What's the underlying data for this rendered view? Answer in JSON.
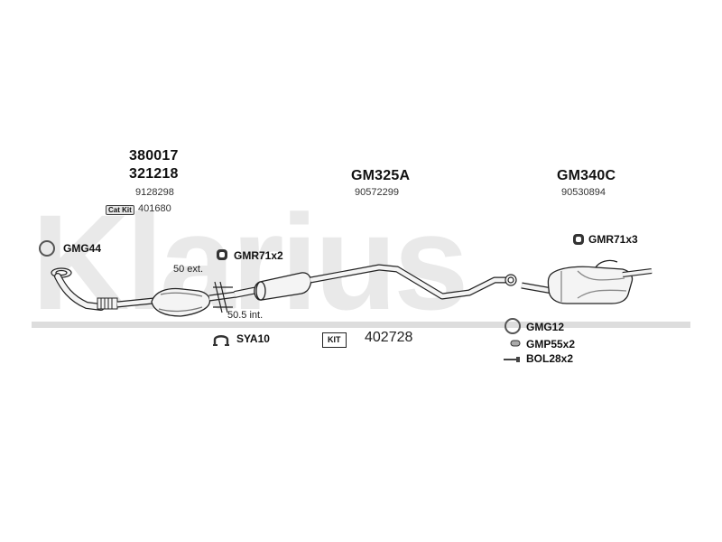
{
  "section_left": {
    "code_top": "380017",
    "code_bottom": "321218",
    "oe_number": "9128298"
  },
  "catkit": {
    "badge": "Cat Kit",
    "number": "401680"
  },
  "section_mid": {
    "code": "GM325A",
    "oe_number": "90572299"
  },
  "section_right": {
    "code": "GM340C",
    "oe_number": "90530894"
  },
  "parts": {
    "gmg44": "GMG44",
    "gmr71x2": "GMR71x2",
    "gmr71x3": "GMR71x3",
    "sya10": "SYA10",
    "gmg12": "GMG12",
    "gmp55x2": "GMP55x2",
    "bol28x2": "BOL28x2"
  },
  "notes": {
    "ext": "50 ext.",
    "int": "50.5 int."
  },
  "kit": {
    "badge": "KIT",
    "number": "402728"
  },
  "colors": {
    "watermark": "#e9e9e9",
    "line": "#222222",
    "pipe_fill": "#f4f4f4",
    "band": "#dddddd"
  }
}
